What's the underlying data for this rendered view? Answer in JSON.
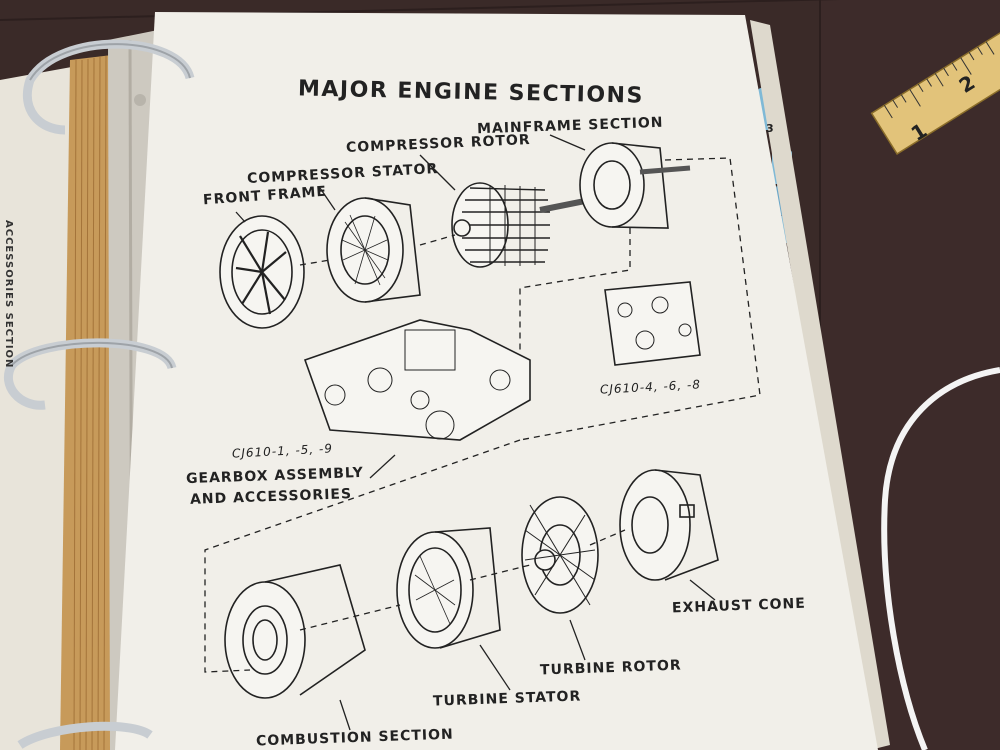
{
  "page": {
    "title": "MAJOR ENGINE SECTIONS",
    "left_page_text": "ACCESSORIES SECTION",
    "tab_number": "3"
  },
  "labels": {
    "front_frame": "FRONT FRAME",
    "compressor_stator": "COMPRESSOR STATOR",
    "compressor_rotor": "COMPRESSOR ROTOR",
    "mainframe_section": "MAINFRAME SECTION",
    "gearbox_model": "CJ610-1, -5, -9",
    "gearbox_line1": "GEARBOX ASSEMBLY",
    "gearbox_line2": "AND ACCESSORIES",
    "alt_model": "CJ610-4, -6, -8",
    "exhaust_cone": "EXHAUST CONE",
    "turbine_rotor": "TURBINE ROTOR",
    "turbine_stator": "TURBINE STATOR",
    "combustion_section": "COMBUSTION SECTION"
  },
  "ruler": {
    "marks": [
      "1",
      "2"
    ]
  },
  "colors": {
    "background": "#3a2a28",
    "page": "#f1efe9",
    "ink": "#222222",
    "binder_ring": "#c8cdd2",
    "tab_blue": "#7fb9d6",
    "ruler": "#e2c37a"
  }
}
